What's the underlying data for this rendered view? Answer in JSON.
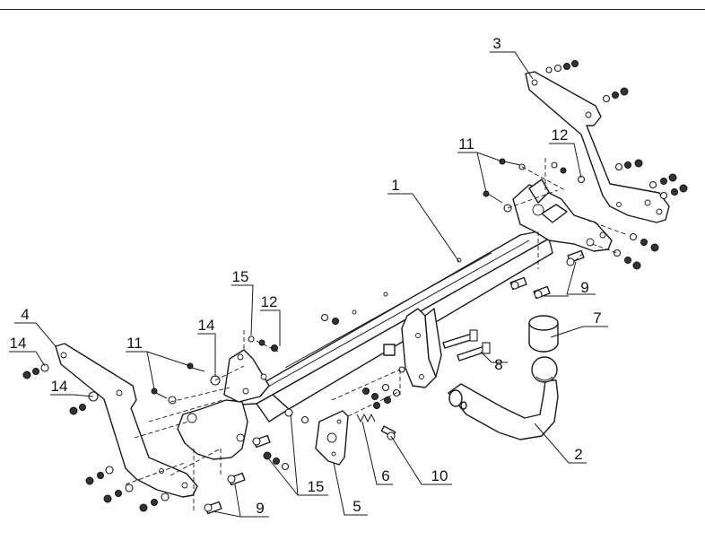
{
  "diagram": {
    "callouts": [
      {
        "id": "c-1",
        "label": "1"
      },
      {
        "id": "c-2",
        "label": "2"
      },
      {
        "id": "c-3",
        "label": "3"
      },
      {
        "id": "c-4",
        "label": "4"
      },
      {
        "id": "c-5",
        "label": "5"
      },
      {
        "id": "c-6",
        "label": "6"
      },
      {
        "id": "c-7",
        "label": "7"
      },
      {
        "id": "c-8",
        "label": "8"
      },
      {
        "id": "c-9a",
        "label": "9"
      },
      {
        "id": "c-9b",
        "label": "9"
      },
      {
        "id": "c-10",
        "label": "10"
      },
      {
        "id": "c-11a",
        "label": "11"
      },
      {
        "id": "c-11b",
        "label": "11"
      },
      {
        "id": "c-12a",
        "label": "12"
      },
      {
        "id": "c-12b",
        "label": "12"
      },
      {
        "id": "c-14a",
        "label": "14"
      },
      {
        "id": "c-14b",
        "label": "14"
      },
      {
        "id": "c-14c",
        "label": "14"
      },
      {
        "id": "c-15a",
        "label": "15"
      },
      {
        "id": "c-15b",
        "label": "15"
      }
    ]
  }
}
